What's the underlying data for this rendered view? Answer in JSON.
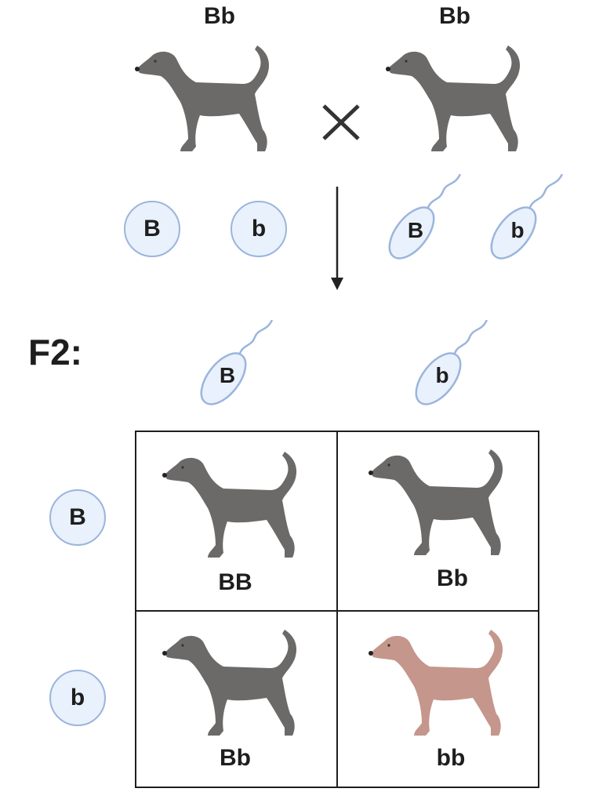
{
  "parents": [
    {
      "genotype": "Bb",
      "color": "#6b6a69"
    },
    {
      "genotype": "Bb",
      "color": "#6b6a69"
    }
  ],
  "cross_symbol": "×",
  "eggs": [
    "B",
    "b"
  ],
  "sperm": [
    "B",
    "b"
  ],
  "generation_label": "F2:",
  "punnett": {
    "columns": [
      "B",
      "b"
    ],
    "rows": [
      "B",
      "b"
    ],
    "cells": [
      {
        "genotype": "BB",
        "color": "#6b6a69"
      },
      {
        "genotype": "Bb",
        "color": "#6b6a69"
      },
      {
        "genotype": "Bb",
        "color": "#6b6a69"
      },
      {
        "genotype": "bb",
        "color": "#c4968c"
      }
    ]
  },
  "colors": {
    "black_coat": "#6b6a69",
    "brown_coat": "#c4968c",
    "gamete_fill": "#e9f1fc",
    "gamete_stroke": "#9bb5dd"
  }
}
